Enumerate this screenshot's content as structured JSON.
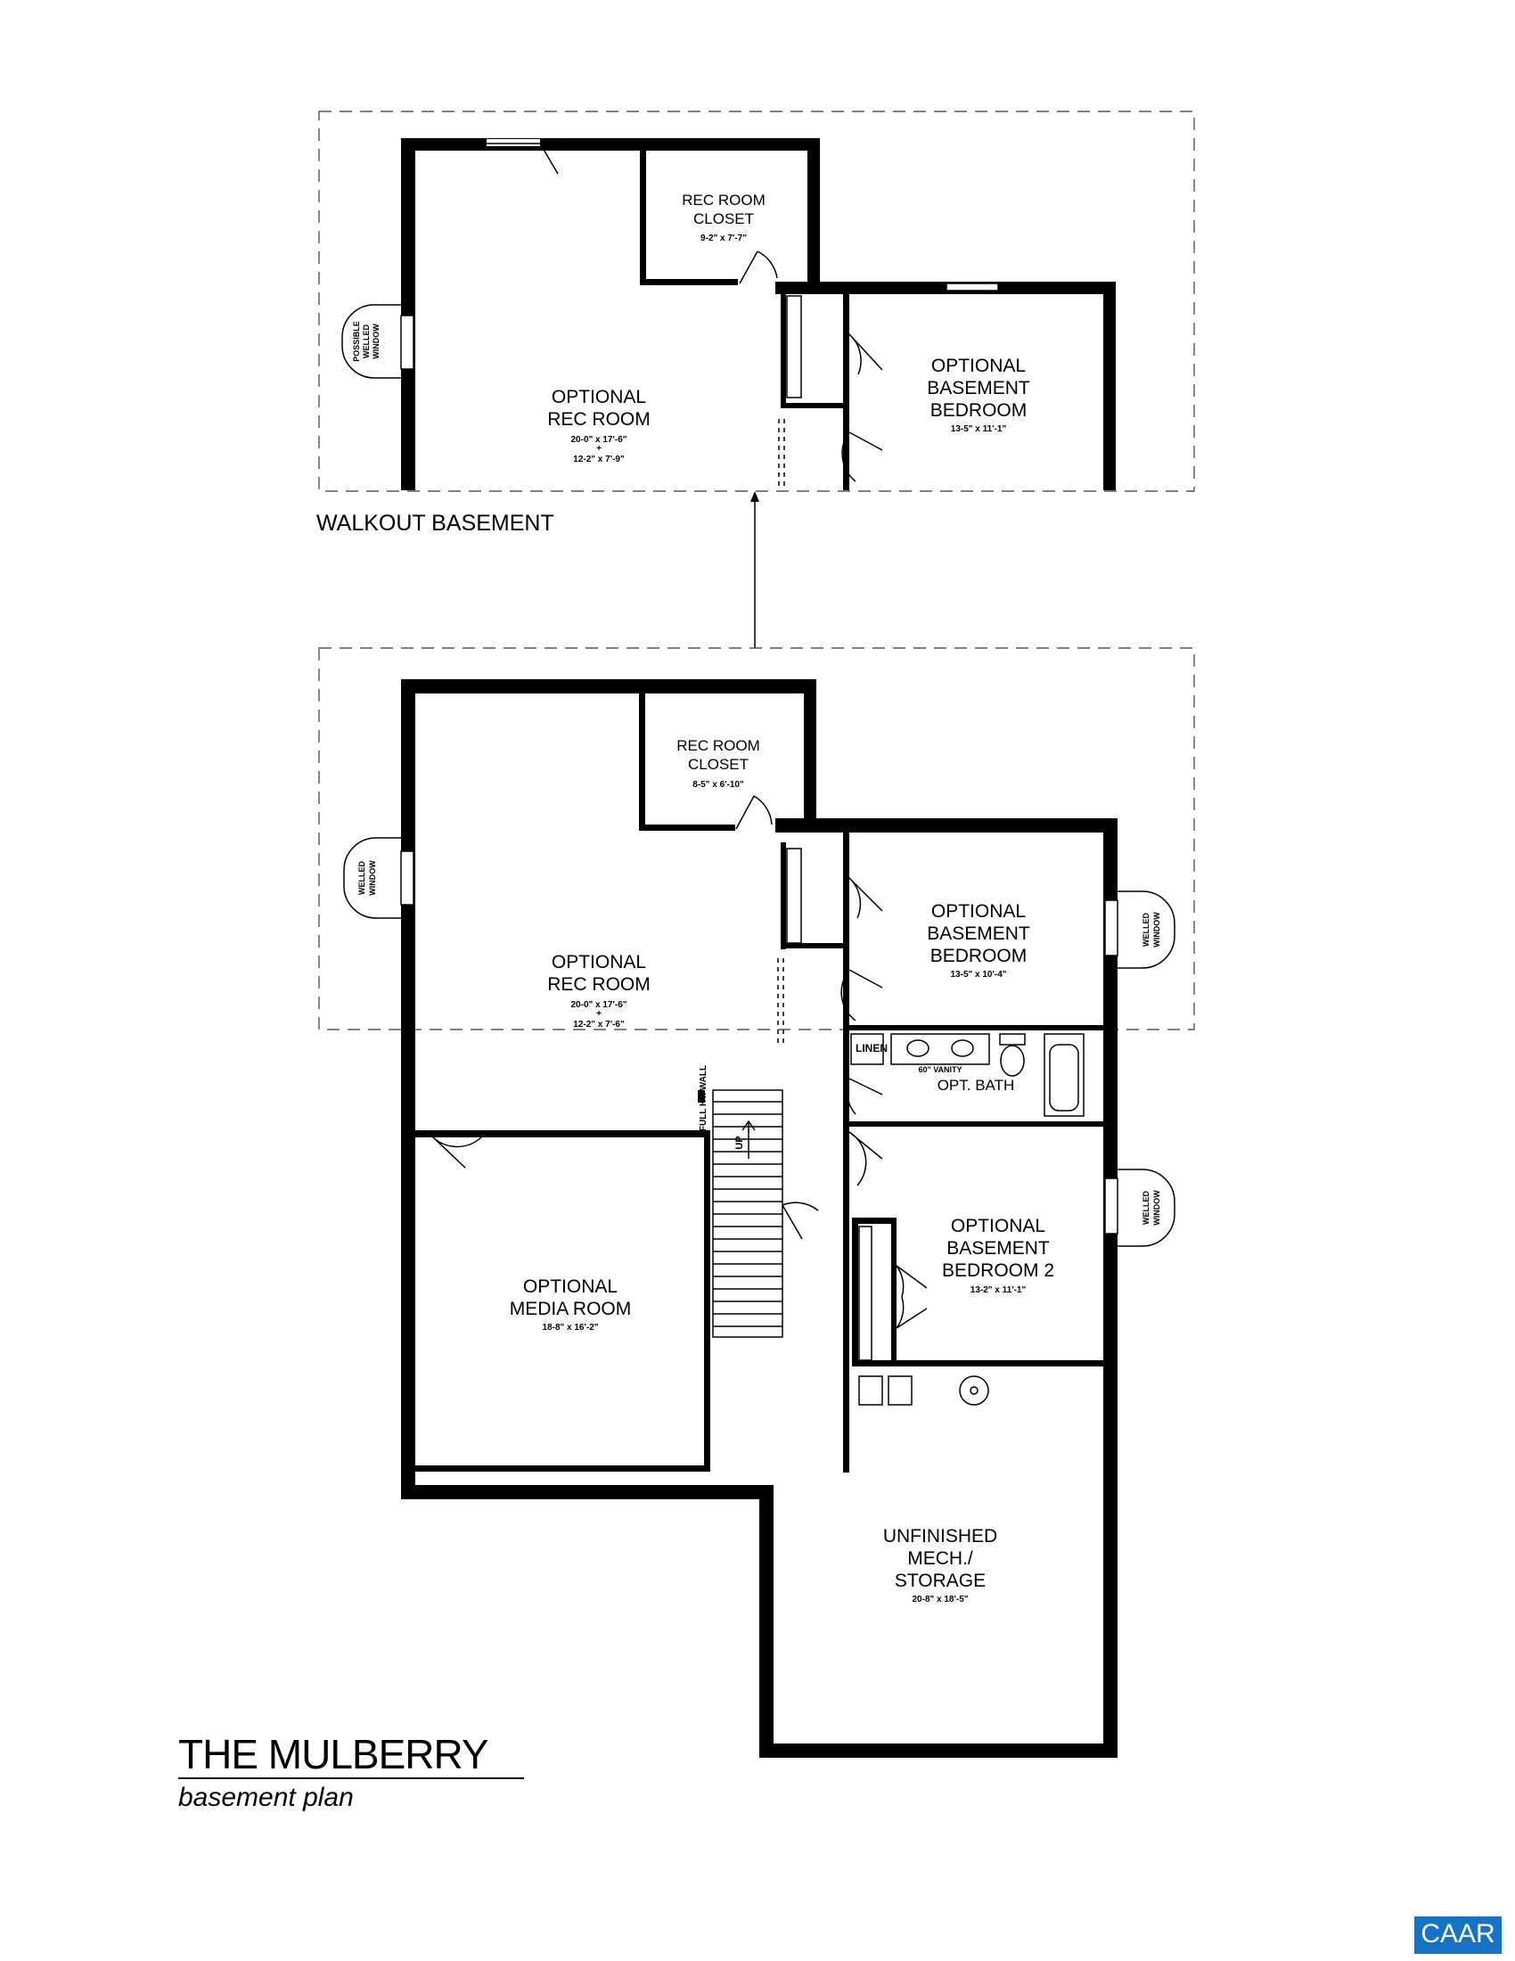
{
  "walkout": {
    "caption": "WALKOUT BASEMENT",
    "rec_closet": {
      "name1": "REC ROOM",
      "name2": "CLOSET",
      "dim": "9-2\" x 7'-7\""
    },
    "rec_room": {
      "name1": "OPTIONAL",
      "name2": "REC ROOM",
      "dim1": "20-0\" x 17'-6\"",
      "plus": "+",
      "dim2": "12-2\" x 7'-9\""
    },
    "bedroom": {
      "name1": "OPTIONAL",
      "name2": "BASEMENT",
      "name3": "BEDROOM",
      "dim": "13-5\" x 11'-1\""
    },
    "window": {
      "line1": "POSSIBLE",
      "line2": "WELLED",
      "line3": "WINDOW"
    }
  },
  "main": {
    "rec_closet": {
      "name1": "REC ROOM",
      "name2": "CLOSET",
      "dim": "8-5\" x 6'-10\""
    },
    "rec_room": {
      "name1": "OPTIONAL",
      "name2": "REC ROOM",
      "dim1": "20-0\" x 17'-6\"",
      "plus": "+",
      "dim2": "12-2\" x 7'-6\""
    },
    "bedroom": {
      "name1": "OPTIONAL",
      "name2": "BASEMENT",
      "name3": "BEDROOM",
      "dim": "13-5\" x 10'-4\""
    },
    "bath": {
      "name": "OPT. BATH",
      "vanity": "60\" VANITY",
      "linen": "LINEN"
    },
    "bedroom2": {
      "name1": "OPTIONAL",
      "name2": "BASEMENT",
      "name3": "BEDROOM 2",
      "dim": "13-2\" x 11'-1\""
    },
    "media_room": {
      "name1": "OPTIONAL",
      "name2": "MEDIA ROOM",
      "dim": "18-8\" x 16'-2\""
    },
    "storage": {
      "name1": "UNFINISHED",
      "name2": "MECH./",
      "name3": "STORAGE",
      "dim": "20-8\" x 18'-5\""
    },
    "stair": {
      "wall_note": "FULL HT. WALL",
      "up": "UP"
    },
    "window_left": {
      "line1": "WELLED",
      "line2": "WINDOW"
    },
    "window_right1": {
      "line1": "WELLED",
      "line2": "WINDOW"
    },
    "window_right2": {
      "line1": "WELLED",
      "line2": "WINDOW"
    }
  },
  "title": {
    "name": "THE MULBERRY",
    "subtitle": "basement plan"
  },
  "logo": {
    "text": "CAAR"
  }
}
